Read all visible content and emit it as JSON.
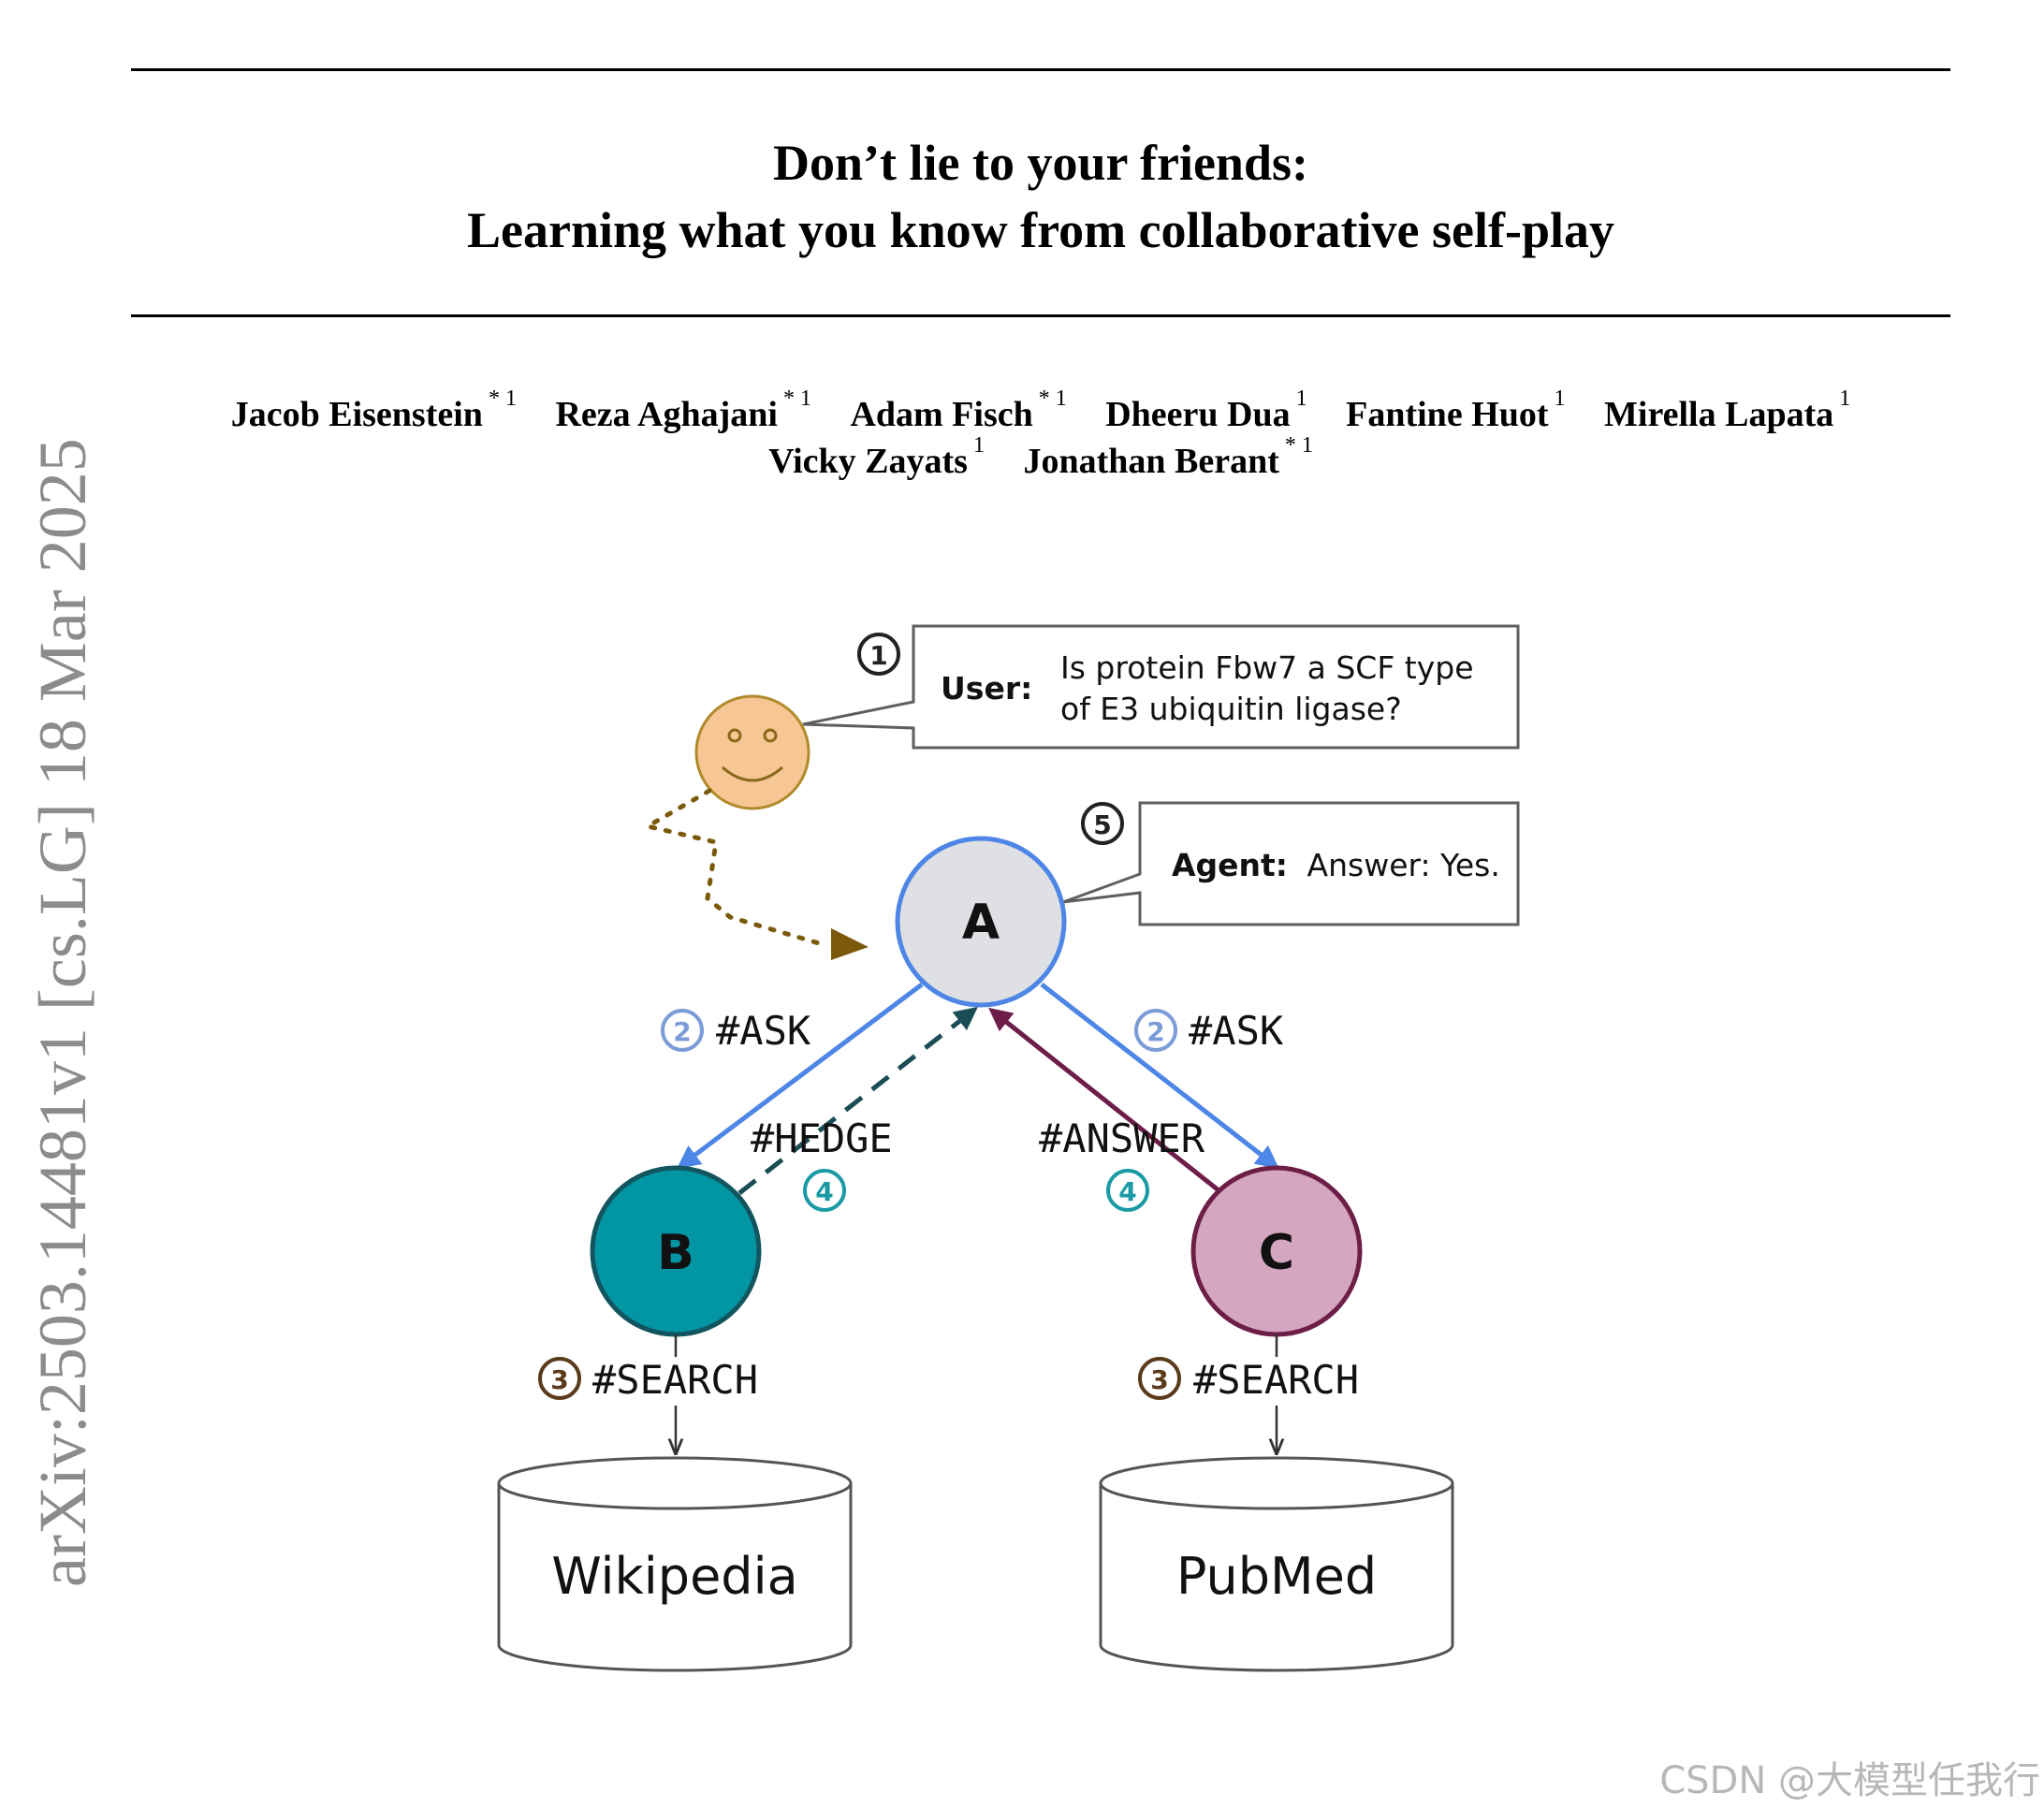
{
  "paper": {
    "title_line1": "Don’t lie to your friends:",
    "title_line2": "Learning what you know from collaborative self-play",
    "arxiv_id": "arXiv:2503.14481v1  [cs.LG]  18 Mar 2025",
    "authors_line1": [
      {
        "name": "Jacob Eisenstein",
        "aff": "* 1"
      },
      {
        "name": "Reza Aghajani",
        "aff": "* 1"
      },
      {
        "name": "Adam Fisch",
        "aff": "* 1"
      },
      {
        "name": "Dheeru Dua",
        "aff": "1"
      },
      {
        "name": "Fantine Huot",
        "aff": "1"
      },
      {
        "name": "Mirella Lapata",
        "aff": "1"
      }
    ],
    "authors_line2": [
      {
        "name": "Vicky Zayats",
        "aff": "1"
      },
      {
        "name": "Jonathan Berant",
        "aff": "* 1"
      }
    ]
  },
  "figure": {
    "user_label": "User:",
    "user_question_line1": "Is protein Fbw7 a SCF type",
    "user_question_line2": "of E3 ubiquitin ligase?",
    "agent_label": "Agent:",
    "agent_answer": "Answer: Yes.",
    "node_a": "A",
    "node_b": "B",
    "node_c": "C",
    "step1": "1",
    "step2": "2",
    "step3": "3",
    "step4": "4",
    "step5": "5",
    "ask_label": "#ASK",
    "hedge_label": "#HEDGE",
    "answer_label": "#ANSWER",
    "search_label": "#SEARCH",
    "db_left": "Wikipedia",
    "db_right": "PubMed",
    "colors": {
      "node_a_fill": "#dfe0e3",
      "node_a_stroke": "#4d86e6",
      "node_b_fill": "#0295a4",
      "node_b_stroke": "#12555f",
      "node_c_fill": "#d5a6c0",
      "node_c_stroke": "#6d1e48",
      "user_face": "#f6c795",
      "user_face_stroke": "#b08a2a",
      "ask_arrow": "#4d86e6",
      "hedge_arrow": "#1a4d55",
      "answer_arrow": "#6d1e48",
      "dotted_arrow": "#7a5a0a"
    }
  },
  "watermark": "CSDN @大模型任我行"
}
